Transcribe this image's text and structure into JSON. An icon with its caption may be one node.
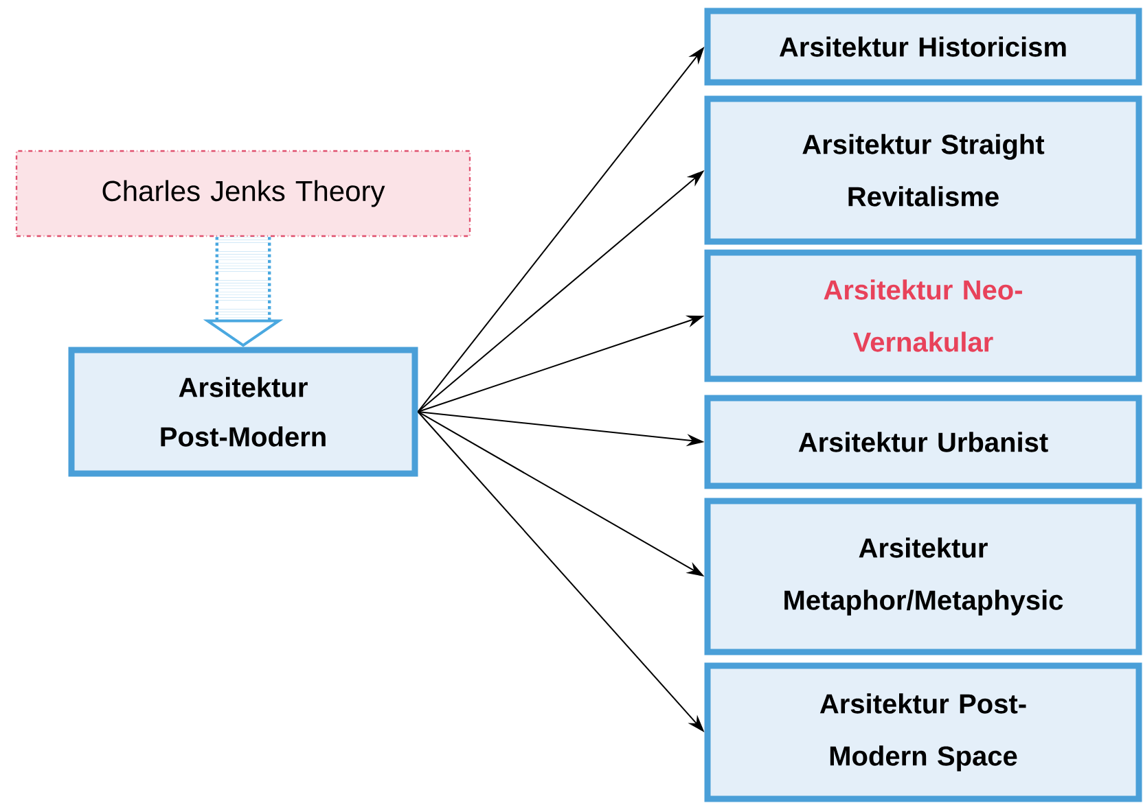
{
  "diagram": {
    "nodes": [
      {
        "text": [
          "Charles Jenks Theory"
        ]
      },
      {
        "text": [
          "Arsitektur Post-Modern"
        ]
      },
      {
        "text": [
          "Arsitektur Historicism"
        ]
      },
      {
        "text": [
          "Arsitektur Straight Revitalisme"
        ]
      },
      {
        "text": [
          "Arsitektur Neo-Vernakular"
        ]
      },
      {
        "text": [
          "Arsitektur Urbanist"
        ]
      },
      {
        "text": [
          "Arsitektur Metaphor/Metaphysic"
        ]
      },
      {
        "text": [
          "Arsitektur Post-Modern Space"
        ]
      }
    ],
    "edges": [
      {
        "from": 0,
        "to": 1,
        "arrow": "to",
        "style": "dashed",
        "color": "#4aa8e0"
      },
      {
        "from": 1,
        "to": 2,
        "arrow": "to"
      },
      {
        "from": 1,
        "to": 3,
        "arrow": "to"
      },
      {
        "from": 1,
        "to": 4,
        "arrow": "to"
      },
      {
        "from": 1,
        "to": 5,
        "arrow": "to"
      },
      {
        "from": 1,
        "to": 6,
        "arrow": "to"
      },
      {
        "from": 1,
        "to": 7,
        "arrow": "to"
      }
    ]
  }
}
